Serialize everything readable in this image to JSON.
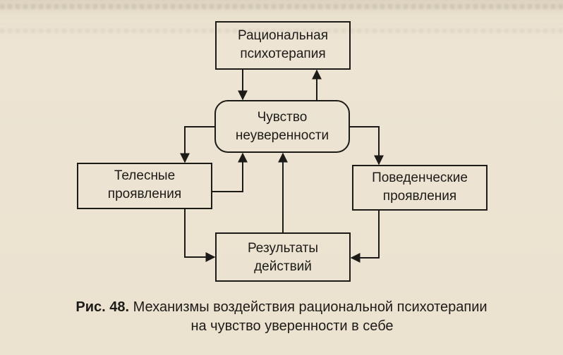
{
  "diagram": {
    "nodes": {
      "rational_psychotherapy": {
        "line1": "Рациональная",
        "line2": "психотерапия"
      },
      "insecurity_feeling": {
        "line1": "Чувство",
        "line2": "неуверенности"
      },
      "bodily_manifestations": {
        "line1": "Телесные",
        "line2": "проявления"
      },
      "behavioral_manifestations": {
        "line1": "Поведенческие",
        "line2": "проявления"
      },
      "action_results": {
        "line1": "Результаты",
        "line2": "действий"
      }
    }
  },
  "caption": {
    "figure_label": "Рис. 48.",
    "line1": "Механизмы воздействия рациональной психотерапии",
    "line2": "на чувство уверенности в себе"
  }
}
